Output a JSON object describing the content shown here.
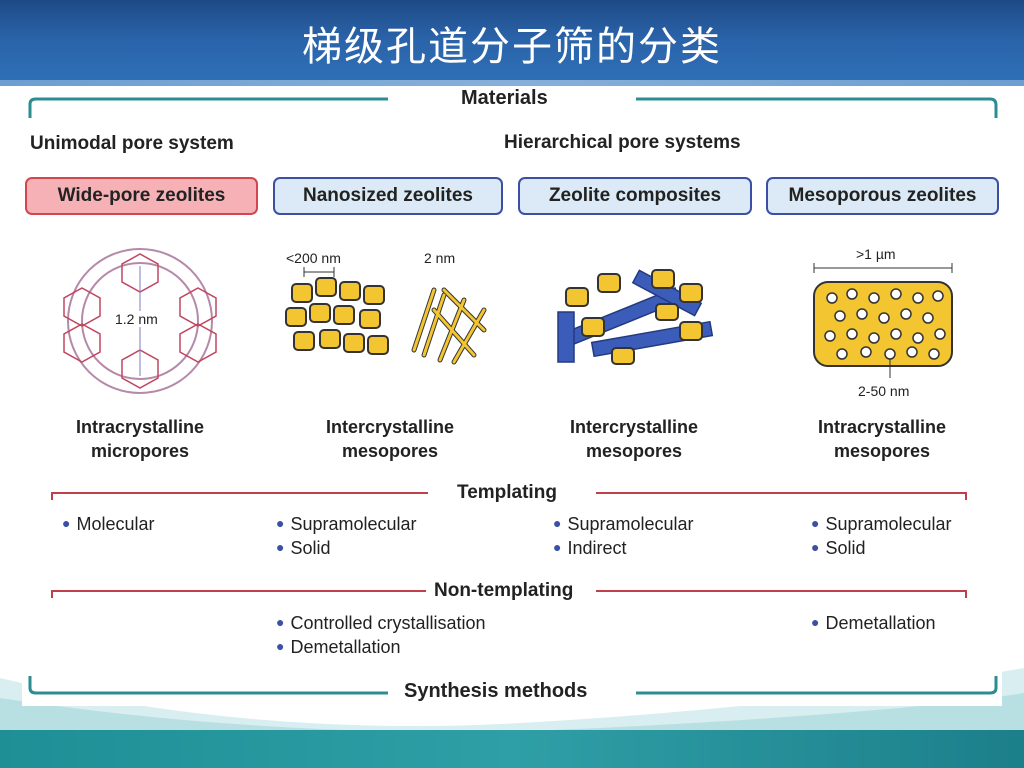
{
  "slide_title": "梯级孔道分子筛的分类",
  "materials_heading": "Materials",
  "unimodal_heading": "Unimodal pore system",
  "hierarchical_heading": "Hierarchical pore systems",
  "categories": [
    {
      "label": "Wide-pore zeolites",
      "caption_line1": "Intracrystalline",
      "caption_line2": "micropores"
    },
    {
      "label": "Nanosized zeolites",
      "caption_line1": "Intercrystalline",
      "caption_line2": "mesopores"
    },
    {
      "label": "Zeolite composites",
      "caption_line1": "Intercrystalline",
      "caption_line2": "mesopores"
    },
    {
      "label": "Mesoporous zeolites",
      "caption_line1": "Intracrystalline",
      "caption_line2": "mesopores"
    }
  ],
  "annotations": {
    "pore_size": "1.2 nm",
    "nano_size": "<200 nm",
    "rod_size": "2 nm",
    "crystal_size": ">1 µm",
    "meso_size": "2-50 nm"
  },
  "templating": {
    "heading": "Templating",
    "col1": [
      "Molecular"
    ],
    "col2": [
      "Supramolecular",
      "Solid"
    ],
    "col3": [
      "Supramolecular",
      "Indirect"
    ],
    "col4": [
      "Supramolecular",
      "Solid"
    ]
  },
  "non_templating": {
    "heading": "Non-templating",
    "col2": [
      "Controlled crystallisation",
      "Demetallation"
    ],
    "col4": [
      "Demetallation"
    ]
  },
  "synthesis_heading": "Synthesis methods",
  "colors": {
    "accent_blue": "#3b4fa4",
    "wide_pore_fill": "#f6b1b6",
    "box_fill": "#dbeaf6",
    "crystal_yellow": "#f2c531",
    "bracket_red": "#c0404a",
    "bracket_teal": "#2b8d92"
  }
}
